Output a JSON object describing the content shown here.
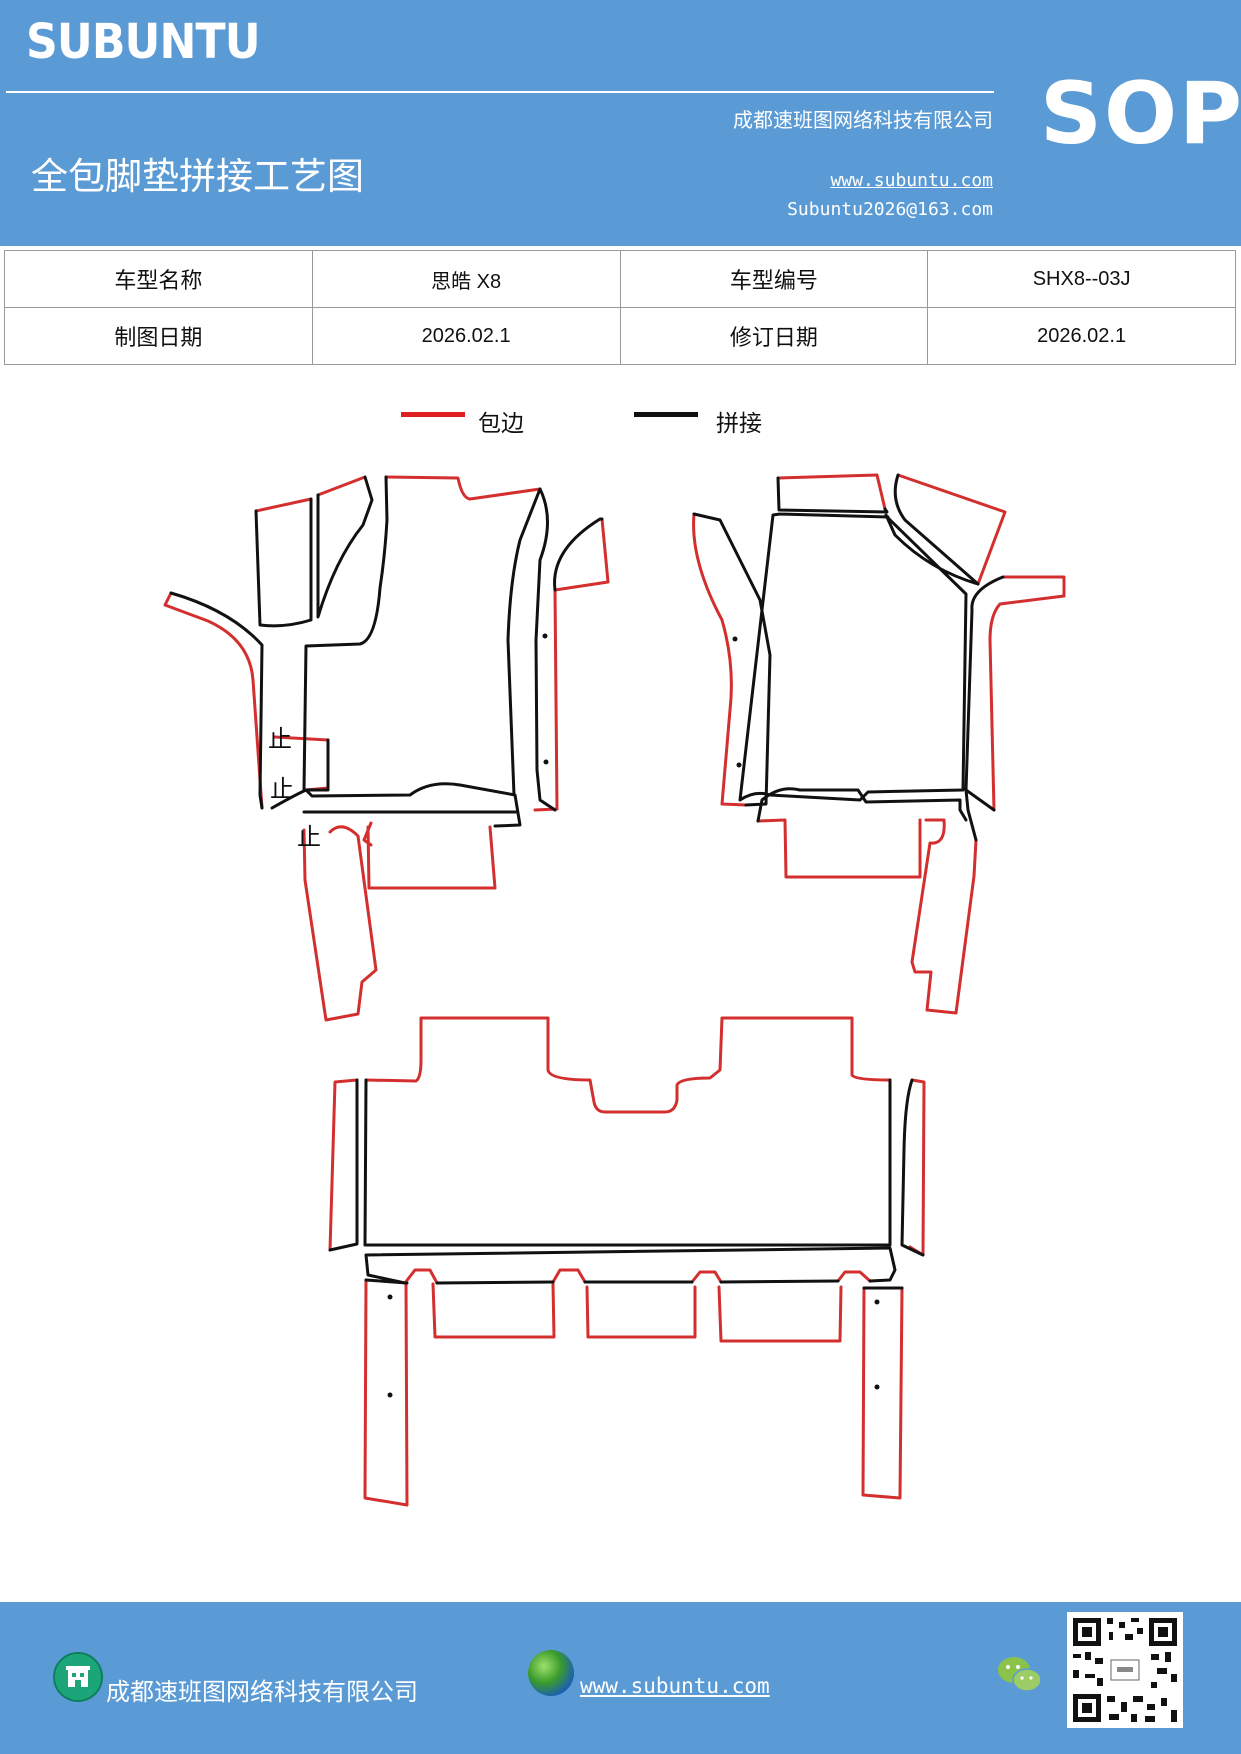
{
  "header": {
    "brand": "SUBUNTU",
    "company": "成都速班图网络科技有限公司",
    "title": "全包脚垫拼接工艺图",
    "website": "www.subuntu.com",
    "email": "Subuntu2026@163.com",
    "badge": "SOP"
  },
  "info_table": {
    "row1": {
      "label1": "车型名称",
      "value1": "思皓 X8",
      "label2": "车型编号",
      "value2": "SHX8--03J"
    },
    "row2": {
      "label1": "制图日期",
      "value1": "2026.02.1",
      "label2": "修订日期",
      "value2": "2026.02.1"
    }
  },
  "legend": {
    "items": [
      {
        "label": "包边",
        "color": "#e02020"
      },
      {
        "label": "拼接",
        "color": "#111111"
      }
    ]
  },
  "diagram": {
    "marks": [
      "止",
      "止",
      "止"
    ],
    "edge_color": "#d32f2f",
    "seam_color": "#111111"
  },
  "footer": {
    "company": "成都速班图网络科技有限公司",
    "website": "www.subuntu.com "
  }
}
